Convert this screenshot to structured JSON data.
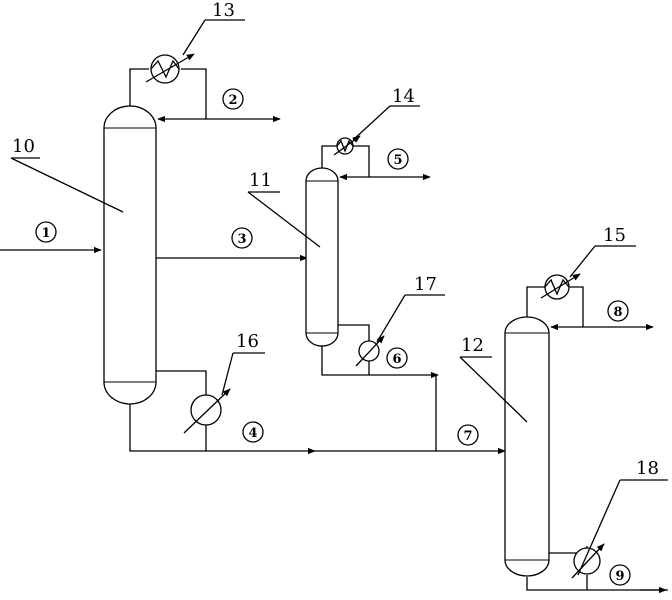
{
  "equipment_labels": {
    "column_10": "10",
    "column_11": "11",
    "column_12": "12",
    "condenser_13": "13",
    "condenser_14": "14",
    "condenser_15": "15",
    "reboiler_16": "16",
    "reboiler_17": "17",
    "reboiler_18": "18"
  },
  "stream_labels": {
    "s1": "1",
    "s2": "2",
    "s3": "3",
    "s4": "4",
    "s5": "5",
    "s6": "6",
    "s7": "7",
    "s8": "8",
    "s9": "9"
  }
}
